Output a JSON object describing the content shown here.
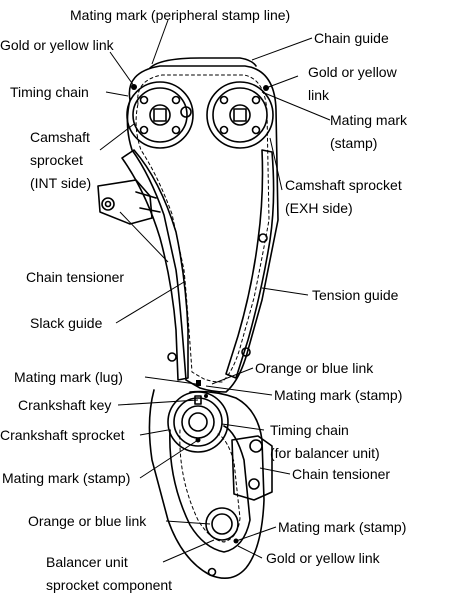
{
  "labels": {
    "mating_mark_peripheral": "Mating mark (peripheral stamp line)",
    "chain_guide": "Chain guide",
    "gold_yellow_link_left": "Gold or yellow link",
    "gold_yellow_link_right_line1": "Gold or yellow",
    "gold_yellow_link_right_line2": "link",
    "timing_chain": "Timing chain",
    "mating_mark_stamp_top_line1": "Mating mark",
    "mating_mark_stamp_top_line2": "(stamp)",
    "cam_int_line1": "Camshaft",
    "cam_int_line2": "sprocket",
    "cam_int_line3": "(INT side)",
    "cam_exh_line1": "Camshaft sprocket",
    "cam_exh_line2": "(EXH side)",
    "chain_tensioner_left": "Chain tensioner",
    "tension_guide": "Tension guide",
    "slack_guide": "Slack guide",
    "orange_blue_link_right": "Orange or blue link",
    "mating_mark_lug": "Mating mark (lug)",
    "mating_mark_stamp_mid": "Mating mark (stamp)",
    "crankshaft_key": "Crankshaft key",
    "crankshaft_sprocket": "Crankshaft sprocket",
    "timing_chain_balancer_line1": "Timing chain",
    "timing_chain_balancer_line2": "(for balancer unit)",
    "chain_tensioner_right": "Chain tensioner",
    "mating_mark_stamp_left": "Mating mark (stamp)",
    "orange_blue_link_left": "Orange or blue link",
    "mating_mark_stamp_low": "Mating mark (stamp)",
    "gold_yellow_link_bottom": "Gold or yellow link",
    "balancer_line1": "Balancer unit",
    "balancer_line2": "sprocket component"
  }
}
